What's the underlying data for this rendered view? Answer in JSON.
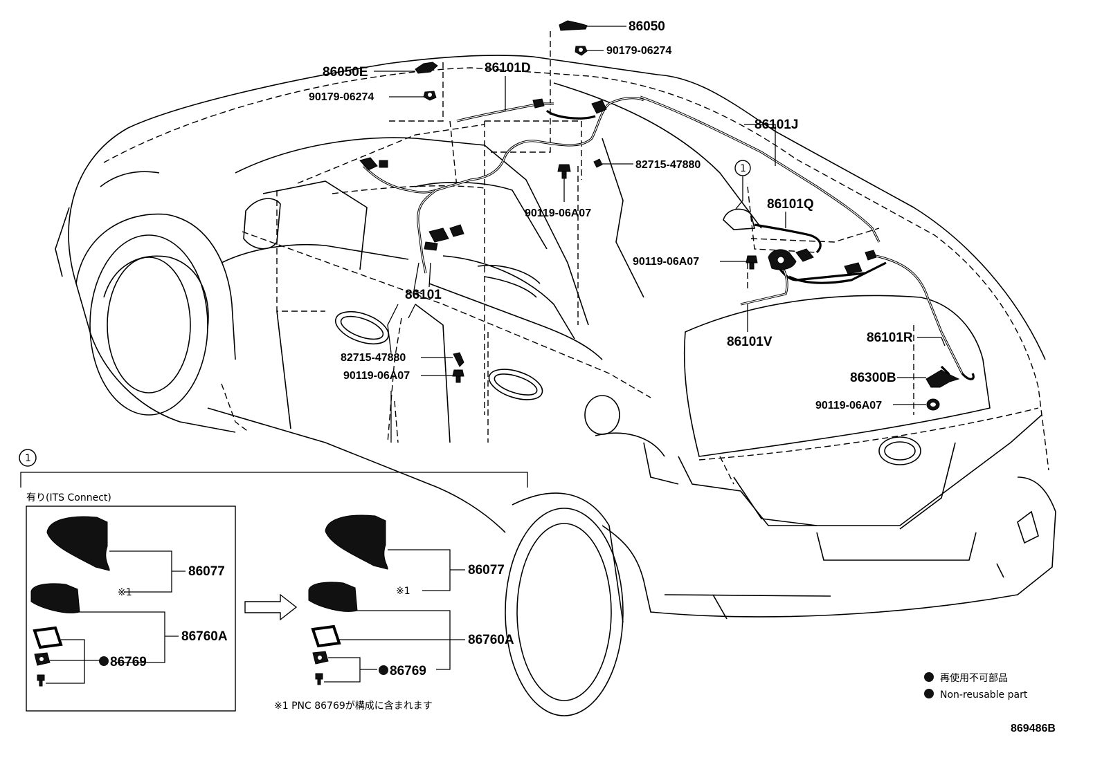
{
  "labels": {
    "p86050": "86050",
    "p90179_top": "90179-06274",
    "p86050E": "86050E",
    "p90179_left": "90179-06274",
    "p86101D": "86101D",
    "p86101J": "86101J",
    "p82715_top": "82715-47880",
    "p90119_a": "90119-06A07",
    "p90119_b": "90119-06A07",
    "p86101Q": "86101Q",
    "p86101": "86101",
    "p82715_low": "82715-47880",
    "p90119_c": "90119-06A07",
    "p86101V": "86101V",
    "p86101R": "86101R",
    "p86300B": "86300B",
    "p90119_d": "90119-06A07",
    "callout_ref": "1"
  },
  "detail": {
    "callout": "1",
    "condition": "有り(ITS Connect)",
    "left": {
      "cover": "86077",
      "note_mark": "※1",
      "base": "86760A",
      "fastener": "86769"
    },
    "right": {
      "cover": "86077",
      "note_mark": "※1",
      "base": "86760A",
      "fastener": "86769"
    },
    "footnote": "※1 PNC 86769が構成に含まれます"
  },
  "legend": {
    "jp": "再使用不可部品",
    "en": "Non-reusable part",
    "bullet": "●"
  },
  "diagram_id": "869486B"
}
